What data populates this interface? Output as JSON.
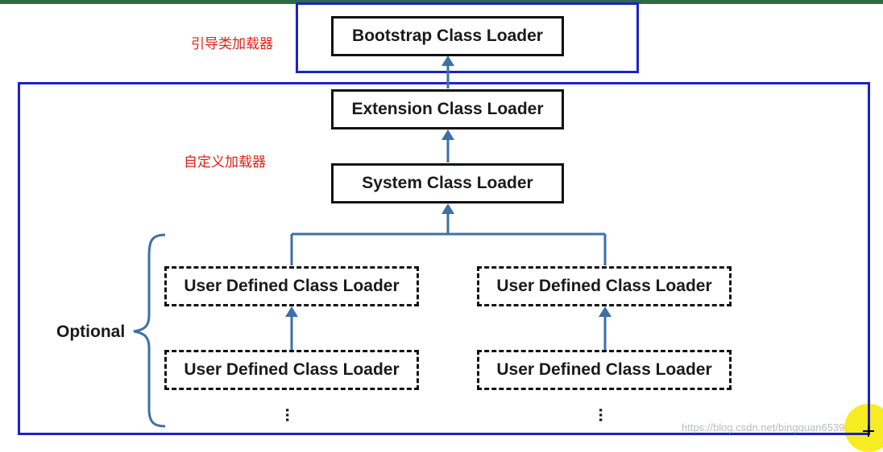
{
  "labels": {
    "bootstrap_group": "引导类加载器",
    "custom_group": "自定义加载器",
    "optional": "Optional",
    "ellipsis": "..."
  },
  "nodes": {
    "bootstrap": "Bootstrap Class Loader",
    "extension": "Extension Class Loader",
    "system": "System Class Loader",
    "user_left_1": "User Defined Class Loader",
    "user_right_1": "User Defined Class Loader",
    "user_left_2": "User Defined Class Loader",
    "user_right_2": "User Defined Class Loader"
  },
  "watermark": "https://blog.csdn.net/bingquan6539",
  "colors": {
    "frame": "#1c22c8",
    "arrow": "#3d6fa8",
    "annotation": "#e0201a",
    "top_rule": "#2e6b45"
  }
}
